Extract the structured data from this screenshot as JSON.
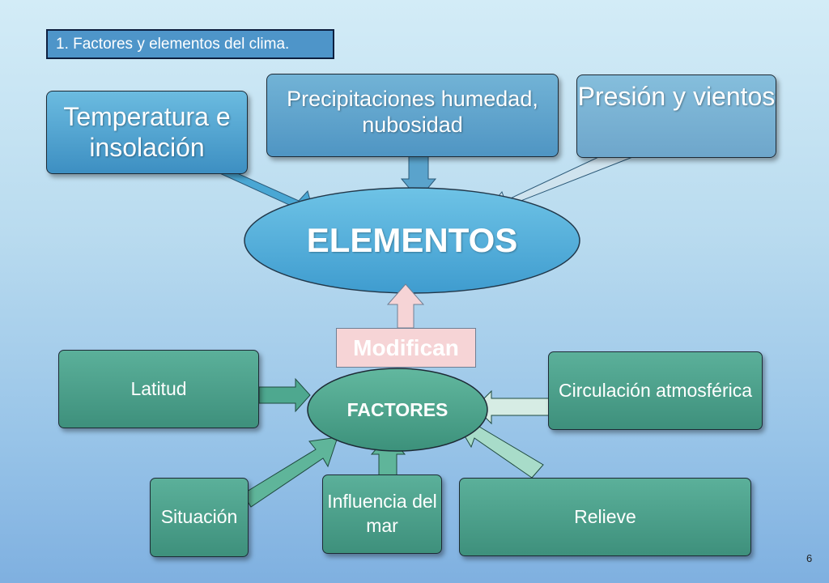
{
  "slide": {
    "title": "1. Factores y elementos del clima.",
    "page_number": "6"
  },
  "elementos": {
    "label": "ELEMENTOS",
    "items": [
      {
        "text": "Temperatura e insolación"
      },
      {
        "text": "Precipitaciones humedad, nubosidad"
      },
      {
        "text": "Presión y vientos"
      }
    ]
  },
  "connector": {
    "label": "Modifican"
  },
  "factores": {
    "label": "FACTORES",
    "items": [
      {
        "text": "Latitud"
      },
      {
        "text": "Circulación atmosférica"
      },
      {
        "text": "Situación"
      },
      {
        "text": "Influencia del mar"
      },
      {
        "text": "Relieve"
      }
    ]
  },
  "colors": {
    "elementos_fill": "#5ab4da",
    "factores_fill": "#4ea88f",
    "modifican_fill": "#f6d4d6",
    "title_fill": "#4e95c9"
  }
}
